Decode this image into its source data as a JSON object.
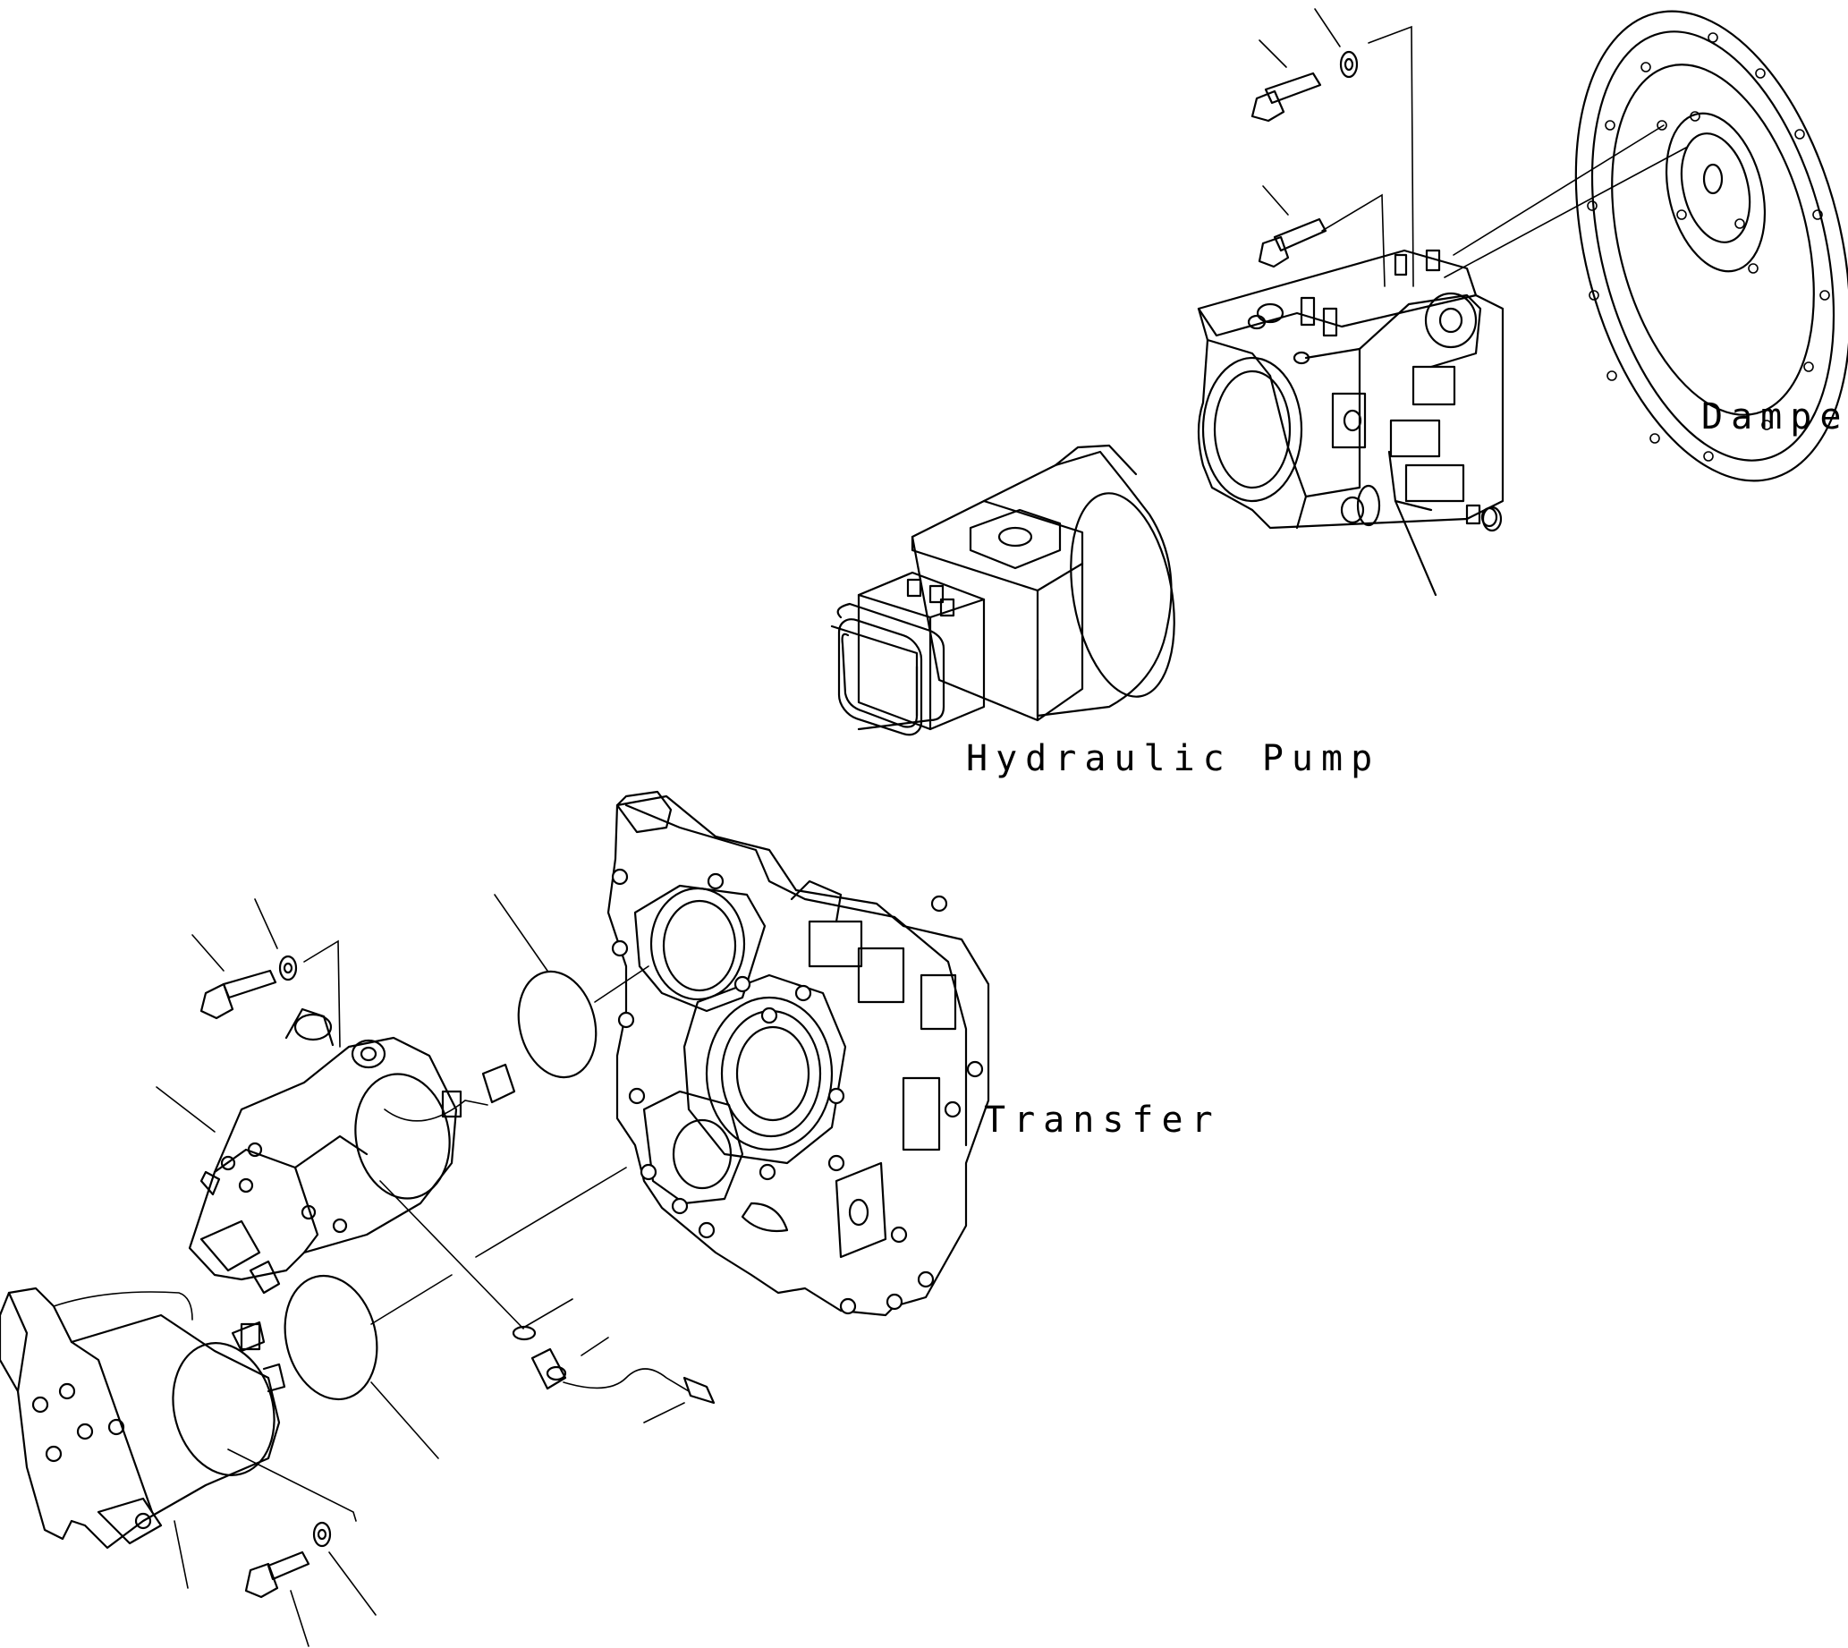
{
  "labels": {
    "damper": "Damper",
    "hydraulic_pump": "Hydraulic Pump",
    "transfer": "Transfer"
  },
  "colors": {
    "line": "#000000",
    "background": "#ffffff"
  }
}
